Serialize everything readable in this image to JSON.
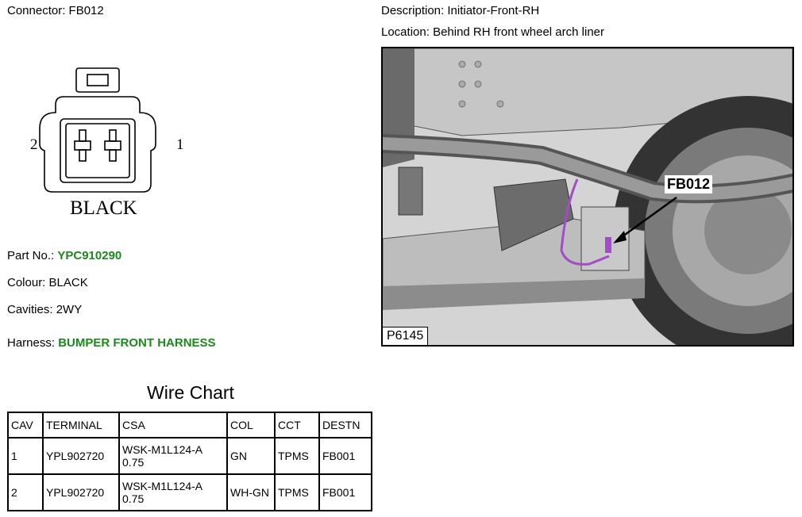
{
  "connector": {
    "label": "Connector:",
    "value": "FB012"
  },
  "description": {
    "label": "Description:",
    "value": "Initiator-Front-RH"
  },
  "location": {
    "label": "Location:",
    "value": "Behind RH front wheel arch liner"
  },
  "diagram": {
    "pin_left": "2",
    "pin_right": "1",
    "color_text": "BLACK"
  },
  "part_no": {
    "label": "Part No.:",
    "value": "YPC910290"
  },
  "colour": {
    "label": "Colour:",
    "value": "BLACK"
  },
  "cavities": {
    "label": "Cavities:",
    "value": "2WY"
  },
  "harness": {
    "label": "Harness:",
    "value": "BUMPER FRONT HARNESS"
  },
  "photo": {
    "callout": "FB012",
    "ref": "P6145"
  },
  "wire_chart": {
    "title": "Wire Chart",
    "headers": [
      "CAV",
      "TERMINAL",
      "CSA",
      "COL",
      "CCT",
      "DESTN"
    ],
    "rows": [
      [
        "1",
        "YPL902720",
        "WSK-M1L124-A 0.75",
        "GN",
        "TPMS",
        "FB001"
      ],
      [
        "2",
        "YPL902720",
        "WSK-M1L124-A 0.75",
        "WH-GN",
        "TPMS",
        "FB001"
      ]
    ]
  },
  "colors": {
    "accent_green": "#1a8a1a"
  }
}
